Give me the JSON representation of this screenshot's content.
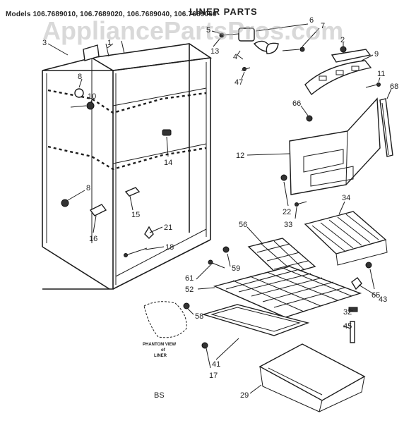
{
  "header": {
    "models": "Models 106.7689010, 106.7689020, 106.7689040, 106.7689060",
    "title": "LINER PARTS"
  },
  "watermark": "AppliancePartsPros.com",
  "phantom_label": [
    "PHANTOM VIEW",
    "of",
    "LINER"
  ],
  "footer_code": "BS",
  "callouts": [
    {
      "id": "c3",
      "label": "3"
    },
    {
      "id": "c1",
      "label": "1"
    },
    {
      "id": "c8a",
      "label": "8"
    },
    {
      "id": "c10",
      "label": "10"
    },
    {
      "id": "c14",
      "label": "14"
    },
    {
      "id": "c8b",
      "label": "8"
    },
    {
      "id": "c16",
      "label": "16"
    },
    {
      "id": "c15",
      "label": "15"
    },
    {
      "id": "c21",
      "label": "21"
    },
    {
      "id": "c18",
      "label": "18"
    },
    {
      "id": "c5",
      "label": "5"
    },
    {
      "id": "c13",
      "label": "13"
    },
    {
      "id": "c6",
      "label": "6"
    },
    {
      "id": "c7",
      "label": "7"
    },
    {
      "id": "c4",
      "label": "4"
    },
    {
      "id": "c47",
      "label": "47"
    },
    {
      "id": "c2",
      "label": "2"
    },
    {
      "id": "c9",
      "label": "9"
    },
    {
      "id": "c11",
      "label": "11"
    },
    {
      "id": "c68",
      "label": "68"
    },
    {
      "id": "c66",
      "label": "66"
    },
    {
      "id": "c12",
      "label": "12"
    },
    {
      "id": "c22",
      "label": "22"
    },
    {
      "id": "c33",
      "label": "33"
    },
    {
      "id": "c34",
      "label": "34"
    },
    {
      "id": "c56",
      "label": "56"
    },
    {
      "id": "c59",
      "label": "59"
    },
    {
      "id": "c61",
      "label": "61"
    },
    {
      "id": "c52",
      "label": "52"
    },
    {
      "id": "c65",
      "label": "65"
    },
    {
      "id": "c43",
      "label": "43"
    },
    {
      "id": "c32",
      "label": "32"
    },
    {
      "id": "c45",
      "label": "45"
    },
    {
      "id": "c58",
      "label": "58"
    },
    {
      "id": "c41",
      "label": "41"
    },
    {
      "id": "c17",
      "label": "17"
    },
    {
      "id": "c29",
      "label": "29"
    }
  ]
}
